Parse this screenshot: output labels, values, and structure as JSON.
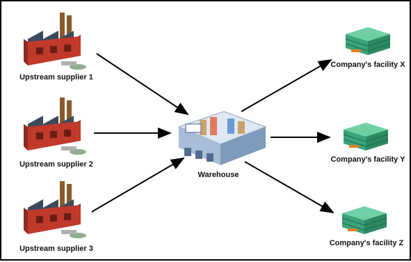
{
  "suppliers": [
    {
      "label": "Upstream supplier 1",
      "icon": "factory-icon"
    },
    {
      "label": "Upstream supplier 2",
      "icon": "factory-icon"
    },
    {
      "label": "Upstream supplier 3",
      "icon": "factory-icon"
    }
  ],
  "warehouse": {
    "label": "Warehouse",
    "icon": "warehouse-icon"
  },
  "facilities": [
    {
      "label": "Company's facility X",
      "icon": "server-stack-icon"
    },
    {
      "label": "Company's facility Y",
      "icon": "server-stack-icon"
    },
    {
      "label": "Company's facility Z",
      "icon": "server-stack-icon"
    }
  ],
  "colors": {
    "factory_red": "#c0392b",
    "factory_roof": "#3b4a5a",
    "stack_green": "#3aa37a",
    "stack_orange": "#e67e22",
    "arrow": "#000000",
    "border": "#000000"
  }
}
